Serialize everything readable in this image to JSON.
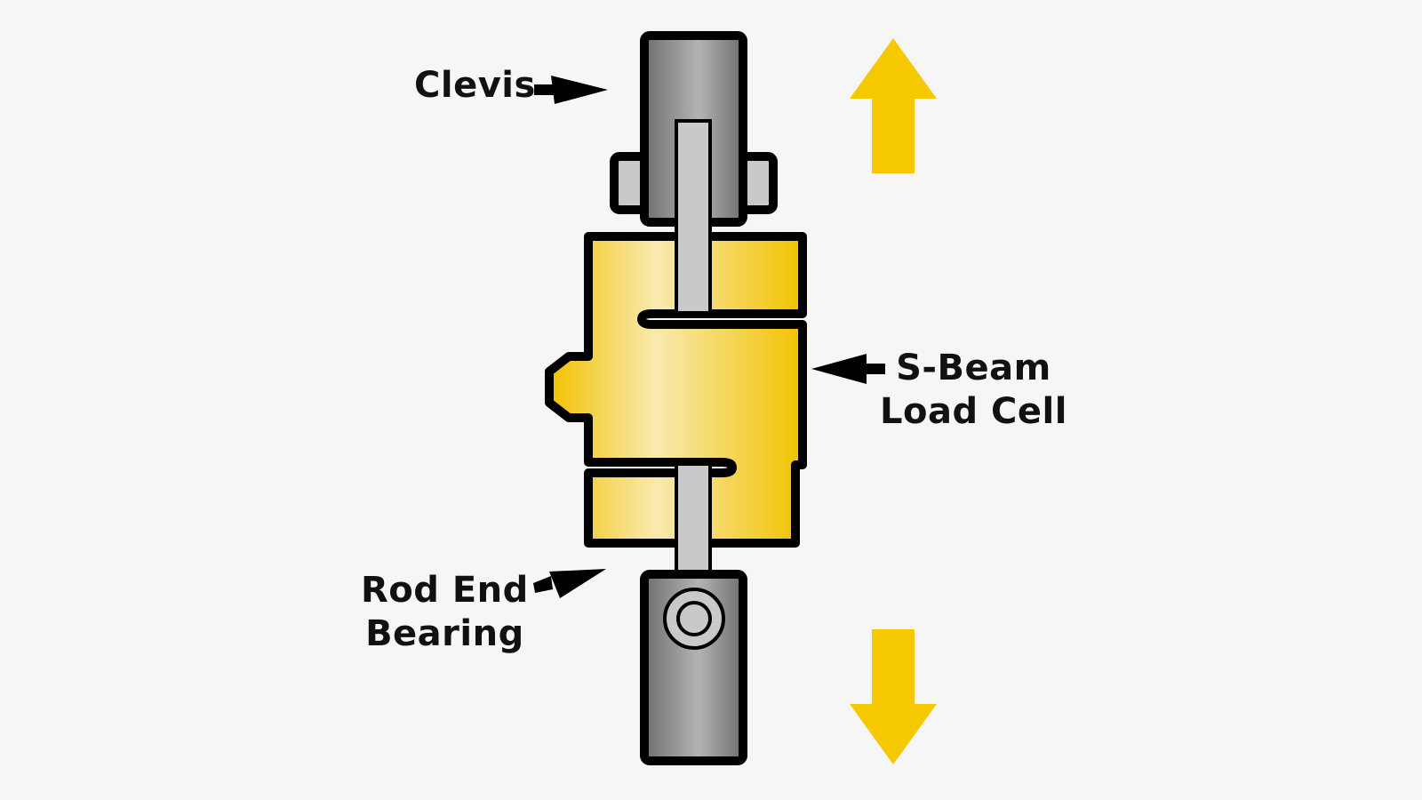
{
  "labels": {
    "clevis": "Clevis",
    "sbeam_line1": "S-Beam",
    "sbeam_line2": "Load Cell",
    "rodend_line1": "Rod End",
    "rodend_line2": "Bearing"
  },
  "colors": {
    "background": "#f6f6f7",
    "arrow_yellow": "#f6c800",
    "body_yellow": "#f2c200",
    "body_highlight": "#f8eab0",
    "steel_dark": "#6f6f71",
    "steel_light": "#b3b3b5",
    "pin_gray": "#c9c9cb",
    "outline": "#000000"
  },
  "icons": {
    "tension_up": "up-arrow-icon",
    "tension_down": "down-arrow-icon",
    "pointer": "pointer-arrow-icon"
  }
}
